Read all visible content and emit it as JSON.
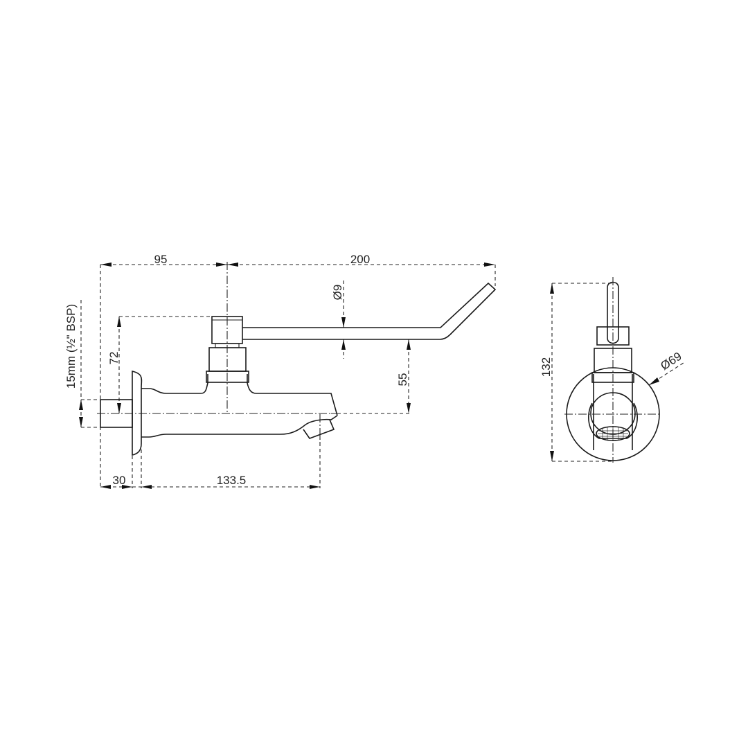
{
  "drawing": {
    "side_view": {
      "dimensions": {
        "handle_offset": "95",
        "handle_length": "200",
        "handle_diameter": "Ø9",
        "handle_height_above_axis": "55",
        "spindle_height": "72",
        "wall_projection": "30",
        "spout_reach": "133.5",
        "inlet_thread": "15mm (½\" BSP)"
      }
    },
    "front_view": {
      "dimensions": {
        "overall_height": "132",
        "flange_diameter": "Ø69"
      }
    },
    "colors": {
      "line": "#1a1a1a",
      "background": "#ffffff"
    }
  }
}
